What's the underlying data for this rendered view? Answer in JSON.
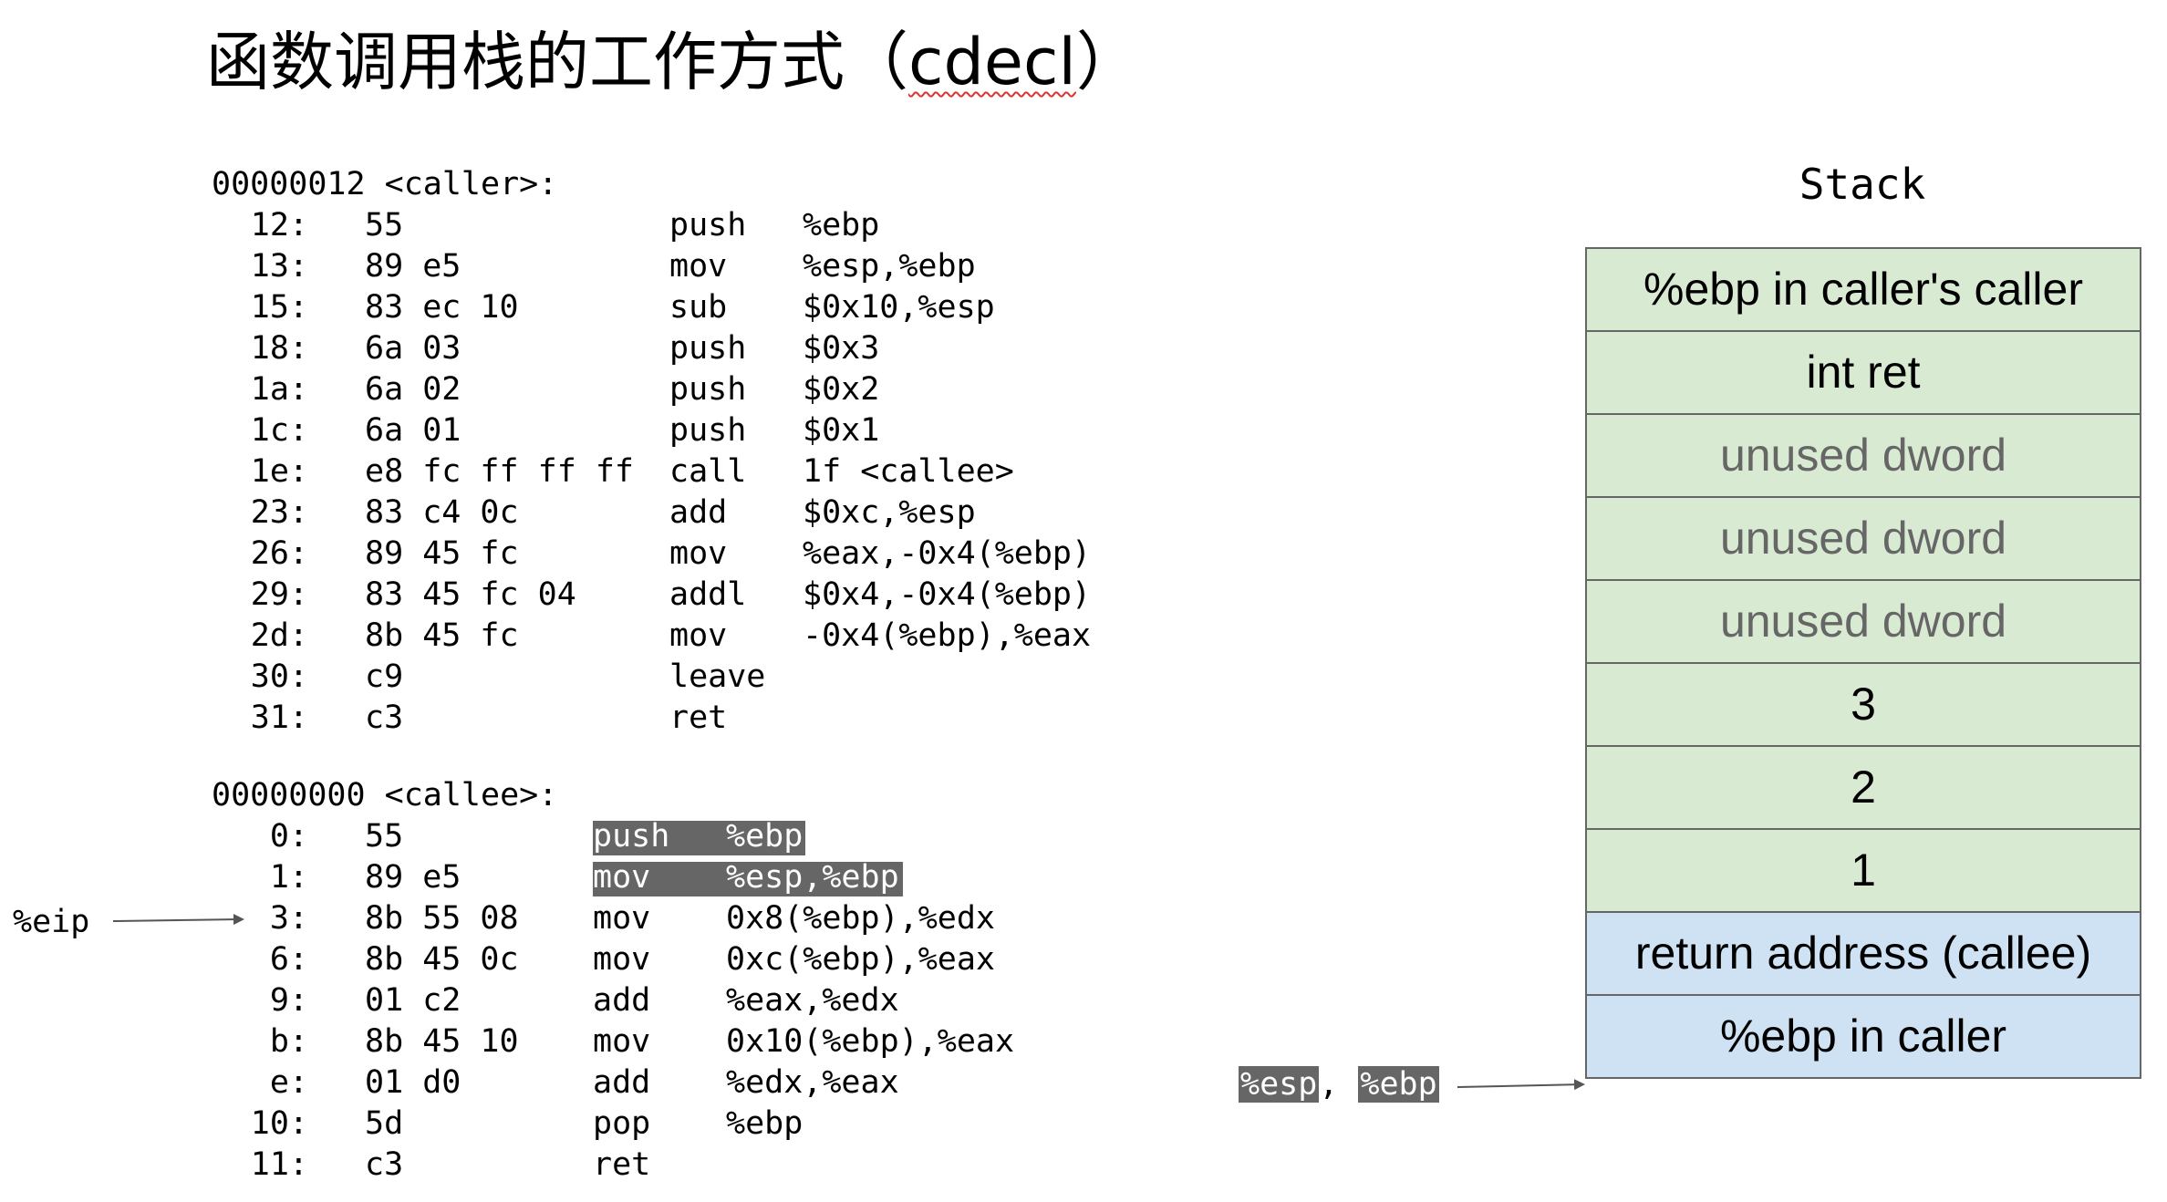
{
  "title": {
    "main": "函数调用栈的工作方式",
    "open_paren": "（",
    "keyword": "cdecl",
    "close_paren": "）"
  },
  "caller": {
    "header": "00000012 <caller>:",
    "lines": [
      {
        "addr": "12:",
        "bytes": "55",
        "op": "push",
        "args": "%ebp"
      },
      {
        "addr": "13:",
        "bytes": "89 e5",
        "op": "mov",
        "args": "%esp,%ebp"
      },
      {
        "addr": "15:",
        "bytes": "83 ec 10",
        "op": "sub",
        "args": "$0x10,%esp"
      },
      {
        "addr": "18:",
        "bytes": "6a 03",
        "op": "push",
        "args": "$0x3"
      },
      {
        "addr": "1a:",
        "bytes": "6a 02",
        "op": "push",
        "args": "$0x2"
      },
      {
        "addr": "1c:",
        "bytes": "6a 01",
        "op": "push",
        "args": "$0x1"
      },
      {
        "addr": "1e:",
        "bytes": "e8 fc ff ff ff",
        "op": "call",
        "args": "1f <callee>"
      },
      {
        "addr": "23:",
        "bytes": "83 c4 0c",
        "op": "add",
        "args": "$0xc,%esp"
      },
      {
        "addr": "26:",
        "bytes": "89 45 fc",
        "op": "mov",
        "args": "%eax,-0x4(%ebp)"
      },
      {
        "addr": "29:",
        "bytes": "83 45 fc 04",
        "op": "addl",
        "args": "$0x4,-0x4(%ebp)"
      },
      {
        "addr": "2d:",
        "bytes": "8b 45 fc",
        "op": "mov",
        "args": "-0x4(%ebp),%eax"
      },
      {
        "addr": "30:",
        "bytes": "c9",
        "op": "leave",
        "args": ""
      },
      {
        "addr": "31:",
        "bytes": "c3",
        "op": "ret",
        "args": ""
      }
    ]
  },
  "callee": {
    "header": "00000000 <callee>:",
    "lines": [
      {
        "addr": "0:",
        "bytes": "55",
        "op": "push",
        "args": "%ebp",
        "executed": true
      },
      {
        "addr": "1:",
        "bytes": "89 e5",
        "op": "mov",
        "args": "%esp,%ebp",
        "executed": true
      },
      {
        "addr": "3:",
        "bytes": "8b 55 08",
        "op": "mov",
        "args": "0x8(%ebp),%edx",
        "executed": false
      },
      {
        "addr": "6:",
        "bytes": "8b 45 0c",
        "op": "mov",
        "args": "0xc(%ebp),%eax",
        "executed": false
      },
      {
        "addr": "9:",
        "bytes": "01 c2",
        "op": "add",
        "args": "%eax,%edx",
        "executed": false
      },
      {
        "addr": "b:",
        "bytes": "8b 45 10",
        "op": "mov",
        "args": "0x10(%ebp),%eax",
        "executed": false
      },
      {
        "addr": "e:",
        "bytes": "01 d0",
        "op": "add",
        "args": "%edx,%eax",
        "executed": false
      },
      {
        "addr": "10:",
        "bytes": "5d",
        "op": "pop",
        "args": "%ebp",
        "executed": false
      },
      {
        "addr": "11:",
        "bytes": "c3",
        "op": "ret",
        "args": "",
        "executed": false
      }
    ]
  },
  "eip_label": "%eip",
  "stack": {
    "title": "Stack",
    "cells": [
      {
        "label": "%ebp in caller's caller",
        "tone": "caller"
      },
      {
        "label": "int ret",
        "tone": "caller"
      },
      {
        "label": "unused dword",
        "tone": "unused"
      },
      {
        "label": "unused dword",
        "tone": "unused"
      },
      {
        "label": "unused dword",
        "tone": "unused"
      },
      {
        "label": "3",
        "tone": "caller"
      },
      {
        "label": "2",
        "tone": "caller"
      },
      {
        "label": "1",
        "tone": "caller"
      },
      {
        "label": "return address (callee)",
        "tone": "callee"
      },
      {
        "label": "%ebp in caller",
        "tone": "callee"
      }
    ]
  },
  "stack_pointer": {
    "esp": "%esp",
    "separator": ",",
    "ebp": "%ebp"
  },
  "colors": {
    "caller_frame": "#d9ead3",
    "callee_frame": "#cfe2f3",
    "highlight": "#666666",
    "unused_text": "#666666",
    "border": "#666666"
  }
}
